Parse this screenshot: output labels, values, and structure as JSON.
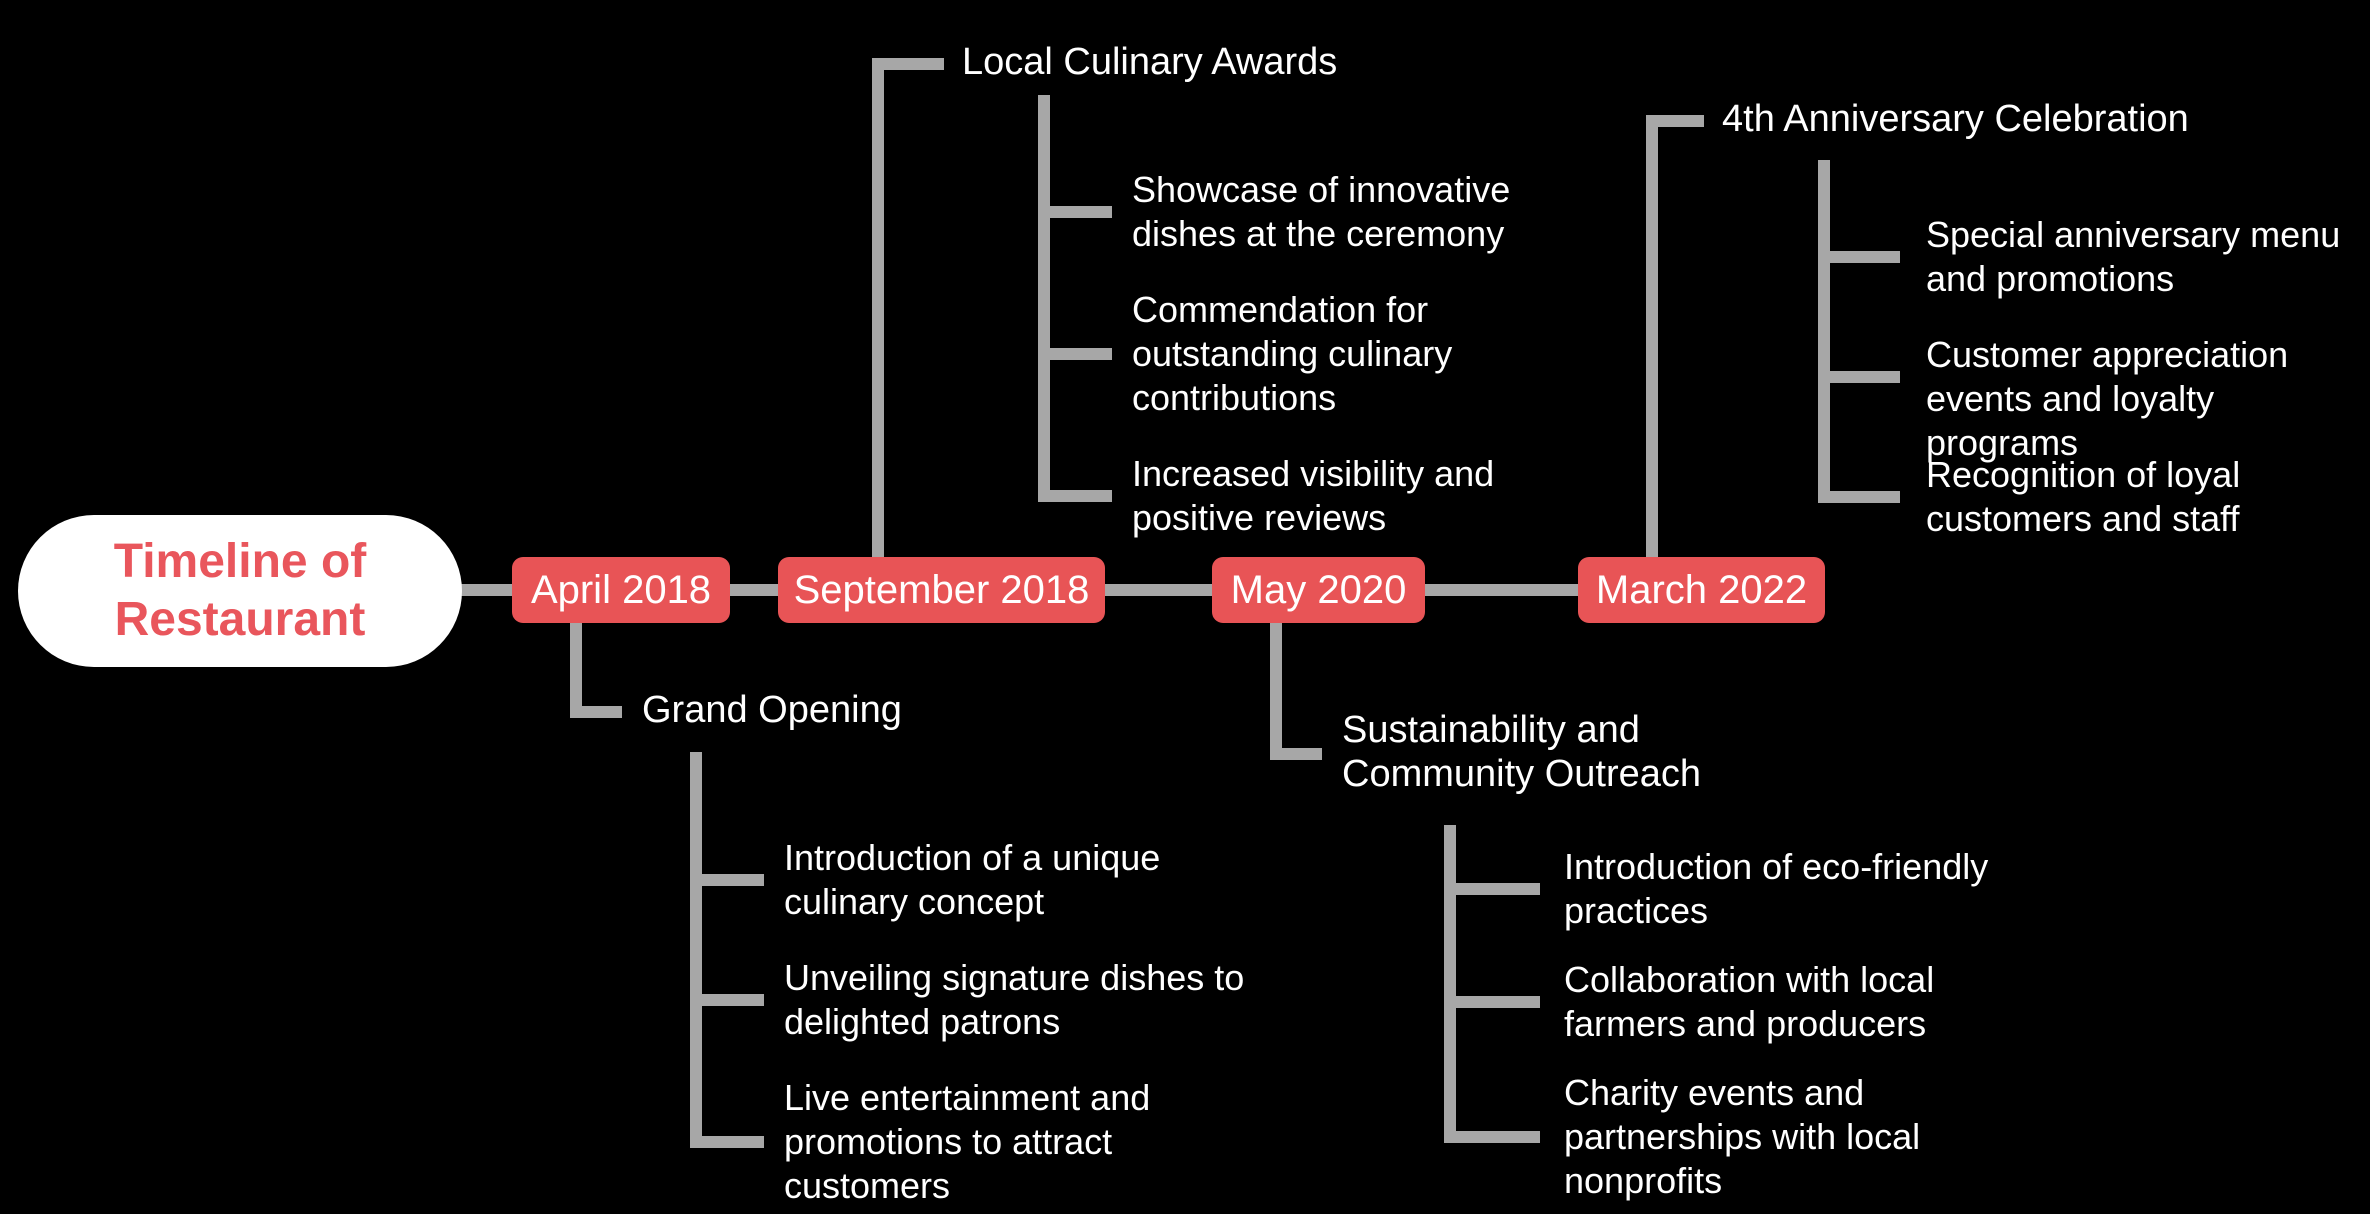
{
  "title": {
    "line1": "Timeline of",
    "line2": "Restaurant"
  },
  "colors": {
    "background": "#000000",
    "node_red": "#E85456",
    "title_red": "#E9565C",
    "line_gray": "#A7A7A7",
    "text_white": "#FFFFFF",
    "root_bg": "#FFFFFF"
  },
  "timeline": [
    {
      "date": "April 2018",
      "label": "Grand Opening",
      "direction": "down",
      "details": [
        "Introduction of a unique culinary concept",
        "Unveiling signature dishes to delighted patrons",
        "Live entertainment and promotions to attract customers"
      ]
    },
    {
      "date": "September 2018",
      "label": "Local Culinary Awards",
      "direction": "up",
      "details": [
        "Showcase of innovative dishes at the ceremony",
        "Commendation for outstanding culinary contributions",
        "Increased visibility and positive reviews"
      ]
    },
    {
      "date": "May 2020",
      "label": "Sustainability and Community Outreach",
      "direction": "down",
      "details": [
        "Introduction of eco-friendly practices",
        "Collaboration with local farmers and producers",
        "Charity events and partnerships with local nonprofits"
      ]
    },
    {
      "date": "March 2022",
      "label": "4th Anniversary Celebration",
      "direction": "up",
      "details": [
        "Special anniversary menu and promotions",
        "Customer appreciation events and loyalty programs",
        "Recognition of loyal customers and staff"
      ]
    }
  ]
}
